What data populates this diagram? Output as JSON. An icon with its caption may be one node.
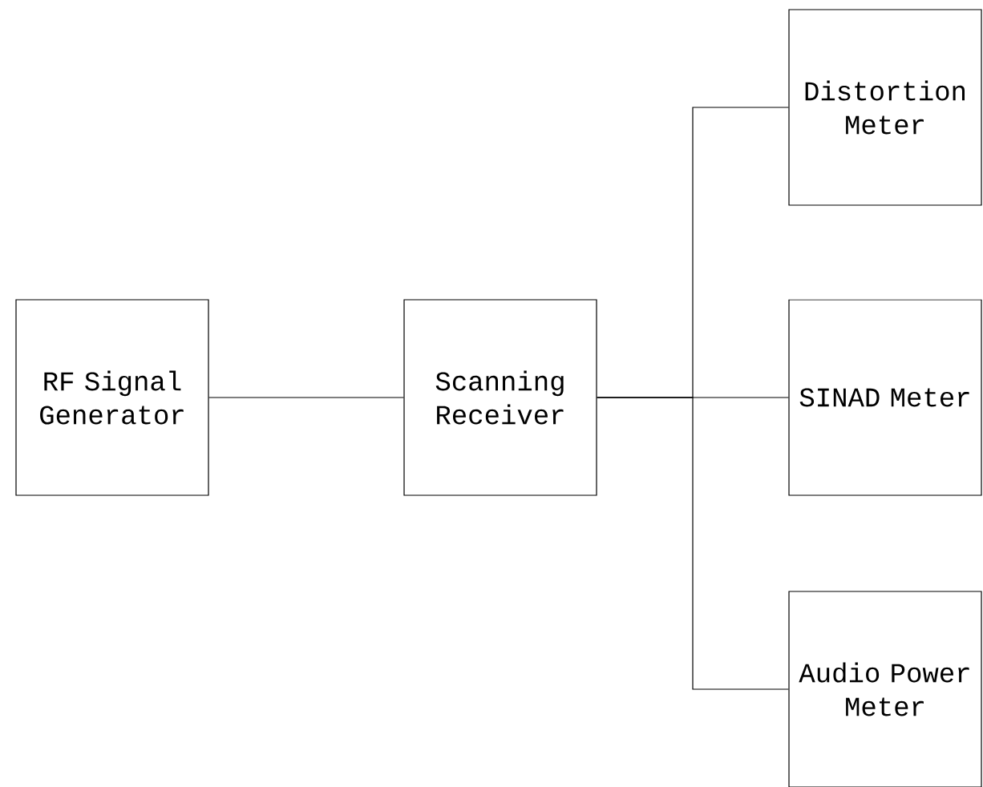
{
  "diagram": {
    "nodes": [
      {
        "text": [
          "RF Signal Generator"
        ]
      },
      {
        "text": [
          "Scanning Receiver"
        ]
      },
      {
        "text": [
          "Distortion Meter"
        ]
      },
      {
        "text": [
          "SINAD Meter"
        ]
      },
      {
        "text": [
          "Audio Power Meter"
        ]
      }
    ],
    "edges": [
      {
        "from": 0,
        "to": 1,
        "arrow": "none"
      },
      {
        "from": 1,
        "to": 2,
        "arrow": "none"
      },
      {
        "from": 1,
        "to": 3,
        "arrow": "none"
      },
      {
        "from": 1,
        "to": 4,
        "arrow": "none"
      }
    ]
  }
}
